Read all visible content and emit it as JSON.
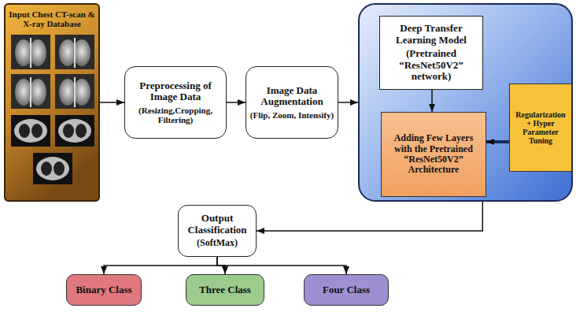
{
  "diagram": {
    "nodes": [
      {
        "text": [
          "Input Chest CT-scan & X-ray Database"
        ]
      },
      {
        "text": [
          "Preprocessing of Image Data",
          "(Resizing,Cropping, Filtering)"
        ]
      },
      {
        "text": [
          "Image Data Augmentation",
          "(Flip, Zoom, Intensify)"
        ]
      },
      {
        "text": []
      },
      {
        "text": [
          "Deep Transfer Learning Model",
          "(Pretrained “ResNet50V2” network)"
        ],
        "in": 3
      },
      {
        "text": [
          "Adding Few Layers with the Pretrained “ResNet50V2” Architecture"
        ],
        "in": 3
      },
      {
        "text": [
          "Regularization + Hyper Parameter Tuning"
        ],
        "in": 3
      },
      {
        "text": [
          "Output Classification",
          "(SoftMax)"
        ]
      },
      {
        "text": [
          "Binary Class"
        ]
      },
      {
        "text": [
          "Three Class"
        ]
      },
      {
        "text": [
          "Four Class"
        ]
      }
    ],
    "edges": [
      {
        "from": 0,
        "to": 1,
        "arrow": "to"
      },
      {
        "from": 1,
        "to": 2,
        "arrow": "to"
      },
      {
        "from": 2,
        "to": 3,
        "arrow": "to"
      },
      {
        "from": 4,
        "to": 5,
        "arrow": "to"
      },
      {
        "from": 6,
        "to": 5,
        "arrow": "to"
      },
      {
        "from": 3,
        "to": 7,
        "arrow": "to"
      },
      {
        "from": 7,
        "to": 8,
        "arrow": "to"
      },
      {
        "from": 7,
        "to": 9,
        "arrow": "to"
      },
      {
        "from": 7,
        "to": 10,
        "arrow": "to"
      }
    ]
  }
}
